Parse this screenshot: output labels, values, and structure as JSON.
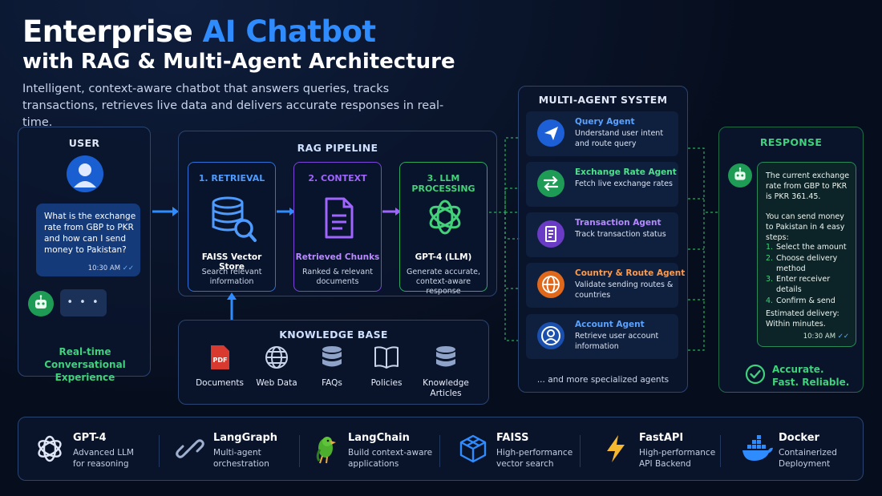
{
  "header": {
    "title_part1": "Enterprise ",
    "title_accent": "AI Chatbot",
    "title_line2": "with RAG & Multi-Agent Architecture",
    "subtitle": "Intelligent, context-aware chatbot that answers queries, tracks transactions, retrieves live data and delivers accurate responses in real-time."
  },
  "user": {
    "heading": "USER",
    "message": "What is the exchange rate from GBP to PKR and how can I send money to Pakistan?",
    "time": "10:30 AM",
    "typing": "• • •",
    "footer": "Real-time Conversational Experience"
  },
  "rag": {
    "heading": "RAG PIPELINE",
    "steps": [
      {
        "label": "1. RETRIEVAL",
        "title": "FAISS Vector Store",
        "desc": "Search relevant information",
        "color": "#4d9bff"
      },
      {
        "label": "2. CONTEXT",
        "title": "Retrieved Chunks",
        "desc": "Ranked & relevant documents",
        "color": "#a065ff"
      },
      {
        "label": "3. LLM PROCESSING",
        "title": "GPT-4 (LLM)",
        "desc": "Generate accurate, context-aware response",
        "color": "#43d17a"
      }
    ]
  },
  "knowledge_base": {
    "heading": "KNOWLEDGE BASE",
    "items": [
      {
        "label": "Documents",
        "icon": "pdf-icon"
      },
      {
        "label": "Web Data",
        "icon": "globe-icon"
      },
      {
        "label": "FAQs",
        "icon": "database-icon"
      },
      {
        "label": "Policies",
        "icon": "book-icon"
      },
      {
        "label": "Knowledge Articles",
        "icon": "database-icon"
      }
    ],
    "pdf_text": "PDF"
  },
  "agents": {
    "heading": "MULTI-AGENT SYSTEM",
    "items": [
      {
        "name": "Query Agent",
        "desc": "Understand user intent and route query",
        "color": "#3d8bff"
      },
      {
        "name": "Exchange Rate Agent",
        "desc": "Fetch live exchange rates",
        "color": "#3fd17c"
      },
      {
        "name": "Transaction Agent",
        "desc": "Track transaction status",
        "color": "#a26bff"
      },
      {
        "name": "Country & Route Agent",
        "desc": "Validate sending routes & countries",
        "color": "#ff8a33"
      },
      {
        "name": "Account Agent",
        "desc": "Retrieve user account information",
        "color": "#4aa3ff"
      }
    ],
    "more": "... and more specialized agents"
  },
  "response": {
    "heading": "RESPONSE",
    "intro": "The current exchange rate from GBP to PKR is PKR 361.45.",
    "steps_intro": "You can send money to Pakistan in 4 easy steps:",
    "steps": [
      {
        "num": "1.",
        "text": "Select the amount"
      },
      {
        "num": "2.",
        "text": "Choose delivery method"
      },
      {
        "num": "3.",
        "text": "Enter receiver details"
      },
      {
        "num": "4.",
        "text": "Confirm & send"
      }
    ],
    "delivery": "Estimated delivery: Within minutes.",
    "time": "10:30 AM",
    "footer": "Accurate. Fast. Reliable."
  },
  "tech_stack": [
    {
      "name": "GPT-4",
      "desc_line1": "Advanced LLM",
      "desc_line2": "for reasoning",
      "icon": "openai-icon"
    },
    {
      "name": "LangGraph",
      "desc_line1": "Multi-agent",
      "desc_line2": "orchestration",
      "icon": "chain-link-icon"
    },
    {
      "name": "LangChain",
      "desc_line1": "Build context-aware",
      "desc_line2": "applications",
      "icon": "parrot-icon"
    },
    {
      "name": "FAISS",
      "desc_line1": "High-performance",
      "desc_line2": "vector search",
      "icon": "cube-icon"
    },
    {
      "name": "FastAPI",
      "desc_line1": "High-performance",
      "desc_line2": "API Backend",
      "icon": "lightning-icon"
    },
    {
      "name": "Docker",
      "desc_line1": "Containerized",
      "desc_line2": "Deployment",
      "icon": "docker-whale-icon"
    }
  ],
  "colors": {
    "accent_blue": "#2f8cff",
    "context_purple": "#a065ff",
    "llm_green": "#43d17a",
    "response_green": "#3fd17c"
  }
}
